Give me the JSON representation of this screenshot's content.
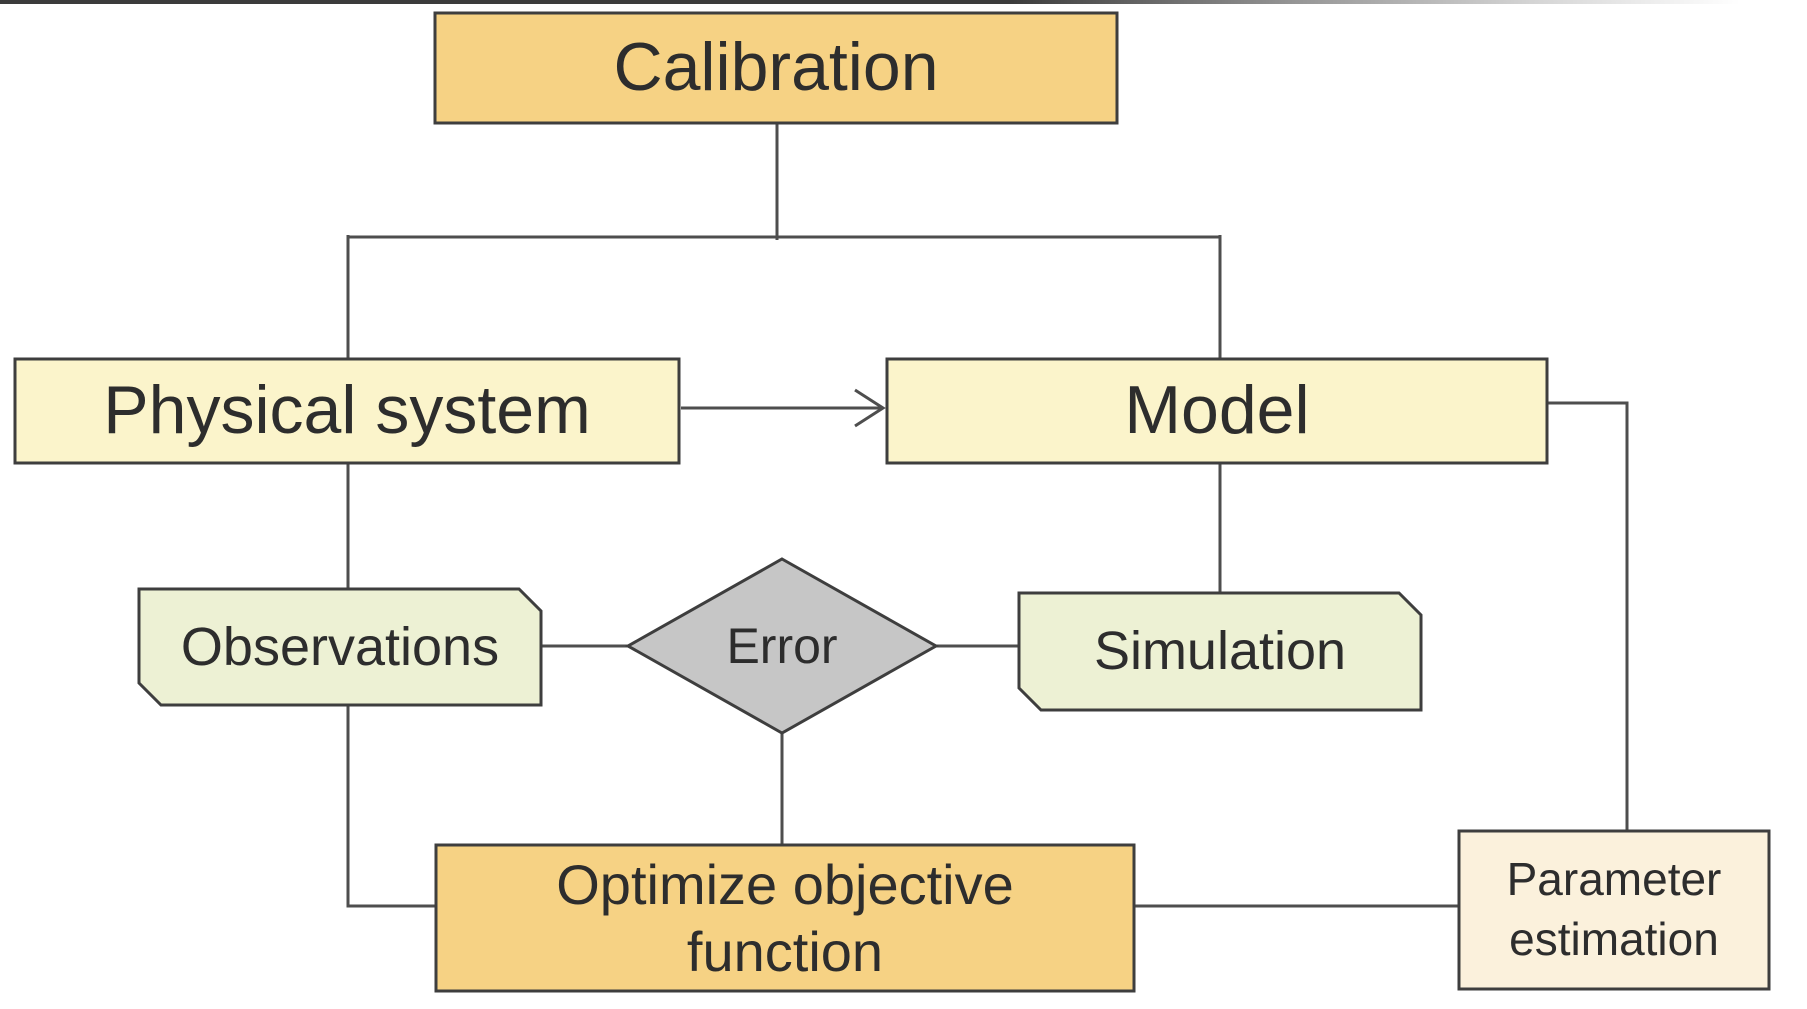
{
  "palette": {
    "background": "#FFFFFF",
    "node_orange": "#F6D284",
    "node_pale_yellow": "#FBF4CB",
    "node_pale_green": "#EDF1D4",
    "node_cream": "#FBF1DC",
    "node_gray": "#C6C6C6",
    "border_dark": "#3E3E3E",
    "connector": "#4E4E4E",
    "text": "#2D2D2D"
  },
  "nodes": {
    "calibration": {
      "label": "Calibration",
      "shape": "rectangle",
      "color_key": "node_orange"
    },
    "physical_system": {
      "label": "Physical system",
      "shape": "rectangle",
      "color_key": "node_pale_yellow"
    },
    "model": {
      "label": "Model",
      "shape": "rectangle",
      "color_key": "node_pale_yellow"
    },
    "observations": {
      "label": "Observations",
      "shape": "clipped-corner-card",
      "color_key": "node_pale_green"
    },
    "error": {
      "label": "Error",
      "shape": "diamond",
      "color_key": "node_gray"
    },
    "simulation": {
      "label": "Simulation",
      "shape": "clipped-corner-card",
      "color_key": "node_pale_green"
    },
    "optimize_objective": {
      "label": "Optimize objective function",
      "shape": "rectangle",
      "color_key": "node_orange"
    },
    "parameter_estimation": {
      "label": "Parameter estimation",
      "shape": "rectangle",
      "color_key": "node_cream"
    }
  },
  "edges": [
    {
      "from": "calibration",
      "to": "physical_system",
      "style": "line"
    },
    {
      "from": "calibration",
      "to": "model",
      "style": "line"
    },
    {
      "from": "physical_system",
      "to": "model",
      "style": "arrow"
    },
    {
      "from": "physical_system",
      "to": "observations",
      "style": "line"
    },
    {
      "from": "model",
      "to": "simulation",
      "style": "line"
    },
    {
      "from": "observations",
      "to": "error",
      "style": "line"
    },
    {
      "from": "simulation",
      "to": "error",
      "style": "line"
    },
    {
      "from": "error",
      "to": "optimize_objective",
      "style": "line"
    },
    {
      "from": "observations",
      "to": "optimize_objective",
      "style": "line"
    },
    {
      "from": "optimize_objective",
      "to": "parameter_estimation",
      "style": "line"
    },
    {
      "from": "parameter_estimation",
      "to": "model",
      "style": "line"
    }
  ]
}
